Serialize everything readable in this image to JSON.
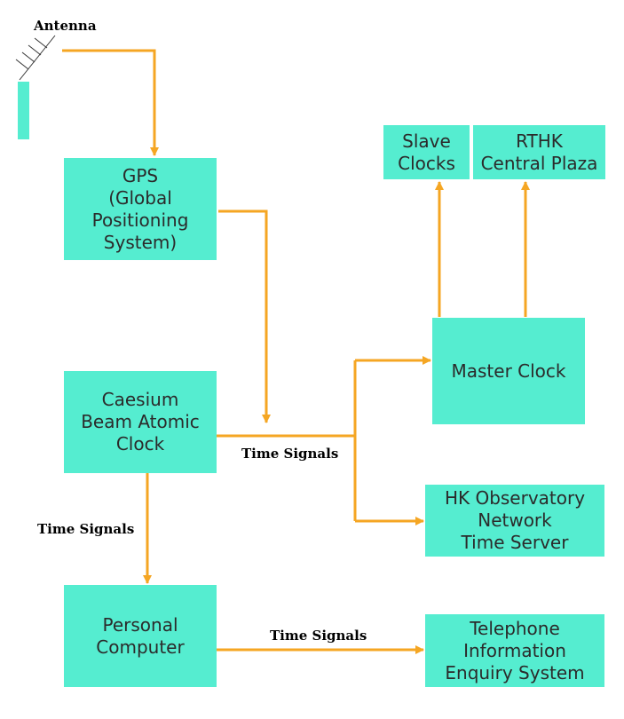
{
  "antenna_label": "Antenna",
  "nodes": {
    "gps": [
      "GPS",
      "(Global",
      "Positioning",
      "System)"
    ],
    "caesium": [
      "Caesium",
      "Beam Atomic",
      "Clock"
    ],
    "computer": [
      "Personal",
      "Computer"
    ],
    "master": [
      "Master Clock"
    ],
    "slave": [
      "Slave",
      "Clocks"
    ],
    "rthk": [
      "RTHK",
      "Central Plaza"
    ],
    "ntp": [
      "HK Observatory",
      "Network",
      "Time Server"
    ],
    "telephone": [
      "Telephone",
      "Information",
      "Enquiry System"
    ]
  },
  "edge_labels": {
    "caesium_to_master": "Time Signals",
    "caesium_to_computer": "Time Signals",
    "computer_to_telephone": "Time Signals"
  },
  "colors": {
    "box": "#55edd0",
    "connector": "#f5a623"
  }
}
